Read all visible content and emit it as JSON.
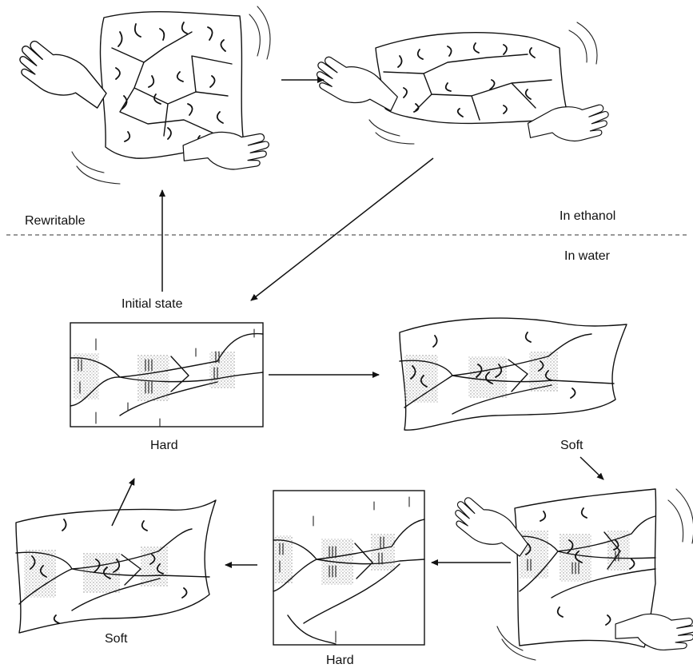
{
  "labels": {
    "rewritable": "Rewritable",
    "in_ethanol": "In ethanol",
    "in_water": "In water",
    "initial_state": "Initial state",
    "hard_top": "Hard",
    "soft_right": "Soft",
    "hard_bottom": "Hard",
    "soft_left": "Soft"
  },
  "icons": [
    "hand-icon",
    "motion-lines-icon",
    "arrow-icon"
  ],
  "colors": {
    "ink": "#111111",
    "stipple": "#9a9a9a",
    "background": "#ffffff"
  }
}
